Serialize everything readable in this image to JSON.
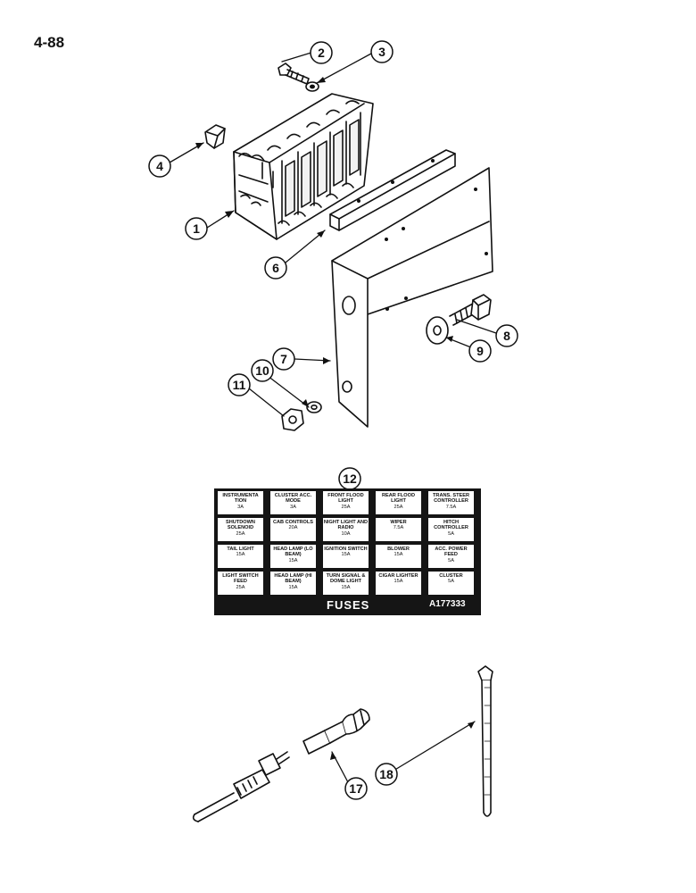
{
  "page": {
    "number": "4-88"
  },
  "callouts": [
    "1",
    "2",
    "3",
    "4",
    "6",
    "7",
    "8",
    "9",
    "10",
    "11",
    "12",
    "17",
    "18"
  ],
  "fuse_decal": {
    "title": "FUSES",
    "part_number": "A177333",
    "rows": [
      [
        {
          "label": "INSTRUMENTA TION",
          "rating": "3A"
        },
        {
          "label": "CLUSTER ACC. MODE",
          "rating": "3A"
        },
        {
          "label": "FRONT FLOOD LIGHT",
          "rating": "25A"
        },
        {
          "label": "REAR FLOOD LIGHT",
          "rating": "25A"
        },
        {
          "label": "TRANS. STEER CONTROLLER",
          "rating": "7.5A"
        }
      ],
      [
        {
          "label": "SHUTDOWN SOLENOID",
          "rating": "25A"
        },
        {
          "label": "CAB CONTROLS",
          "rating": "20A"
        },
        {
          "label": "NIGHT LIGHT AND RADIO",
          "rating": "10A"
        },
        {
          "label": "WIPER",
          "rating": "7.5A"
        },
        {
          "label": "HITCH CONTROLLER",
          "rating": "5A"
        }
      ],
      [
        {
          "label": "TAIL LIGHT",
          "rating": "15A"
        },
        {
          "label": "HEAD LAMP (LO BEAM)",
          "rating": "15A"
        },
        {
          "label": "IGNITION SWITCH",
          "rating": "15A"
        },
        {
          "label": "BLOWER",
          "rating": "15A"
        },
        {
          "label": "ACC. POWER FEED",
          "rating": "5A"
        }
      ],
      [
        {
          "label": "LIGHT SWITCH FEED",
          "rating": "25A"
        },
        {
          "label": "HEAD LAMP (HI BEAM)",
          "rating": "15A"
        },
        {
          "label": "TURN SIGNAL & DOME LIGHT",
          "rating": "15A"
        },
        {
          "label": "CIGAR LIGHTER",
          "rating": "15A"
        },
        {
          "label": "CLUSTER",
          "rating": "5A"
        }
      ]
    ]
  }
}
